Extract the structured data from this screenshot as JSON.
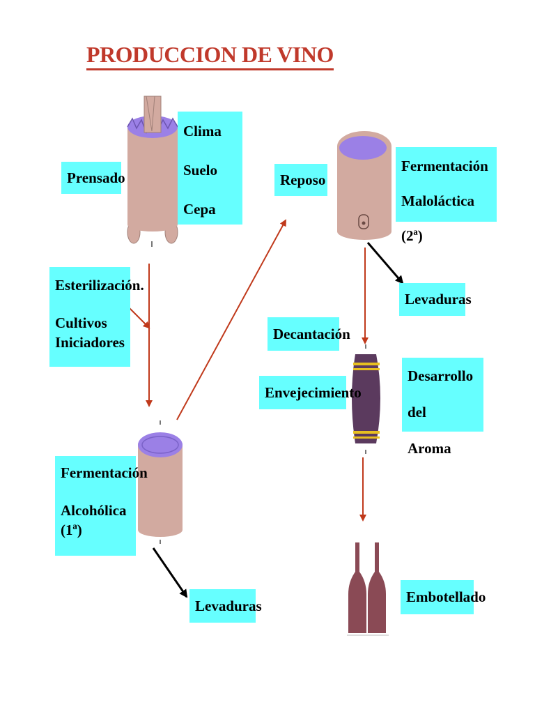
{
  "title": "PRODUCCION DE VINO",
  "boxes": {
    "clima": [
      "Clima",
      "Suelo",
      "Cepa"
    ],
    "prensado": "Prensado",
    "esterilizacion": [
      "Esterilización.",
      "Cultivos",
      "Iniciadores"
    ],
    "fermentacion_alcoholica": [
      "Fermentación",
      "Alcohólica",
      "(1ª)"
    ],
    "levaduras_1": "Levaduras",
    "reposo": "Reposo",
    "fermentacion_malolactica": [
      "Fermentación",
      "Maloláctica (2ª)"
    ],
    "levaduras_2": "Levaduras",
    "decantacion": "Decantación",
    "envejecimiento": "Envejecimiento",
    "desarrollo_aroma": [
      "Desarrollo del",
      "Aroma"
    ],
    "embotellado": "Embotellado"
  },
  "colors": {
    "title": "#c0392b",
    "box": "#66ffff",
    "arrow_red": "#c0391b",
    "arrow_black": "#000000",
    "vat": "#d2aaa0",
    "wine": "#9b80e6",
    "barrel": "#5b3a5e",
    "bottle": "#8a4a55"
  },
  "icons": [
    "press-vat-icon",
    "fermentation-tank-icon",
    "rest-vat-icon",
    "barrel-icon",
    "bottles-icon"
  ]
}
